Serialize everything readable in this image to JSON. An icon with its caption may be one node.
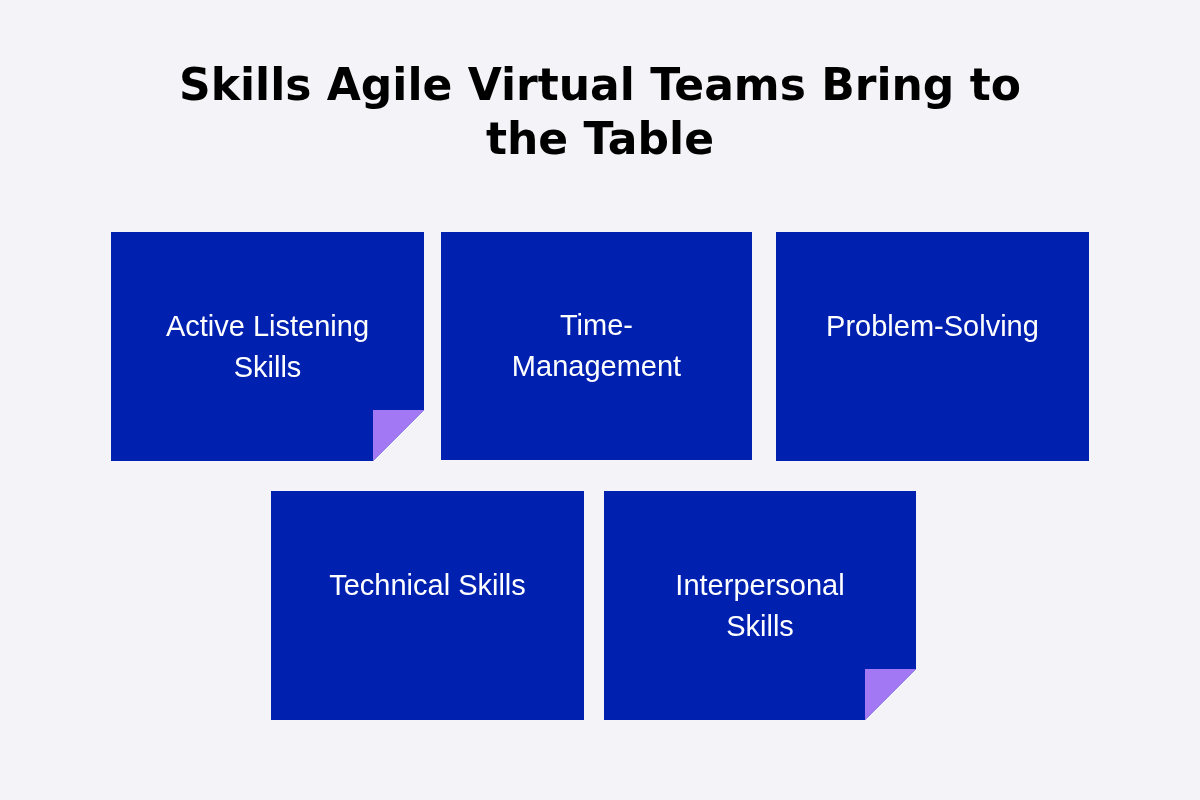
{
  "diagram": {
    "title": "Skills Agile Virtual Teams Bring to the Table",
    "nodes": [
      {
        "text": [
          "Active Listening Skills"
        ]
      },
      {
        "text": [
          "Time-Management"
        ]
      },
      {
        "text": [
          "Problem-Solving"
        ]
      },
      {
        "text": [
          "Technical Skills"
        ]
      },
      {
        "text": [
          "Interpersonal Skills"
        ]
      }
    ]
  }
}
